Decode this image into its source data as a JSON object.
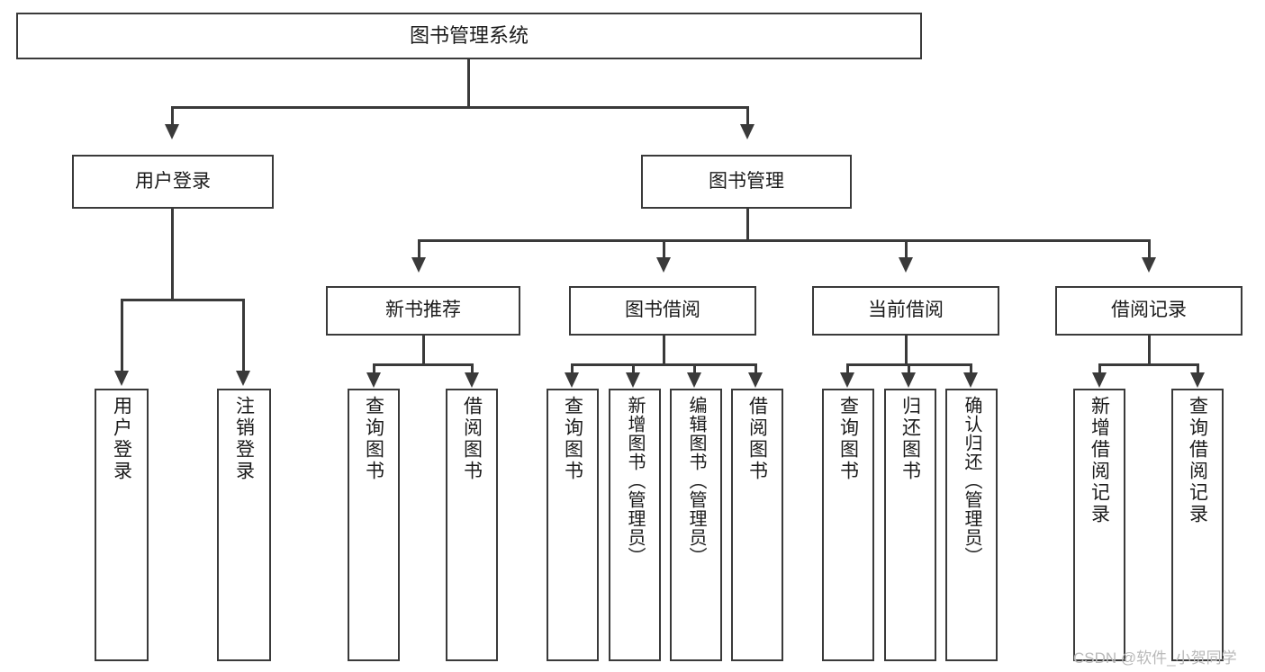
{
  "diagram": {
    "title": "图书管理系统",
    "type": "hierarchy-tree",
    "root": {
      "label": "图书管理系统"
    },
    "level2": [
      {
        "label": "用户登录"
      },
      {
        "label": "图书管理"
      }
    ],
    "level3": [
      {
        "label": "新书推荐"
      },
      {
        "label": "图书借阅"
      },
      {
        "label": "当前借阅"
      },
      {
        "label": "借阅记录"
      }
    ],
    "leaves": {
      "user_login": [
        {
          "label": "用户登录"
        },
        {
          "label": "注销登录"
        }
      ],
      "new_book_recommend": [
        {
          "label": "查询图书"
        },
        {
          "label": "借阅图书"
        }
      ],
      "book_borrow": [
        {
          "label": "查询图书"
        },
        {
          "label": "新增图书（管理员）"
        },
        {
          "label": "编辑图书（管理员）"
        },
        {
          "label": "借阅图书"
        }
      ],
      "current_borrow": [
        {
          "label": "查询图书"
        },
        {
          "label": "归还图书"
        },
        {
          "label": "确认归还（管理员）"
        }
      ],
      "borrow_record": [
        {
          "label": "新增借阅记录"
        },
        {
          "label": "查询借阅记录"
        }
      ]
    }
  },
  "watermark": {
    "text": "CSDN @软件_小贺同学"
  },
  "colors": {
    "stroke": "#3a3a3a",
    "text": "#1b1b1b",
    "background": "#ffffff",
    "watermark": "#b9b9b9"
  }
}
